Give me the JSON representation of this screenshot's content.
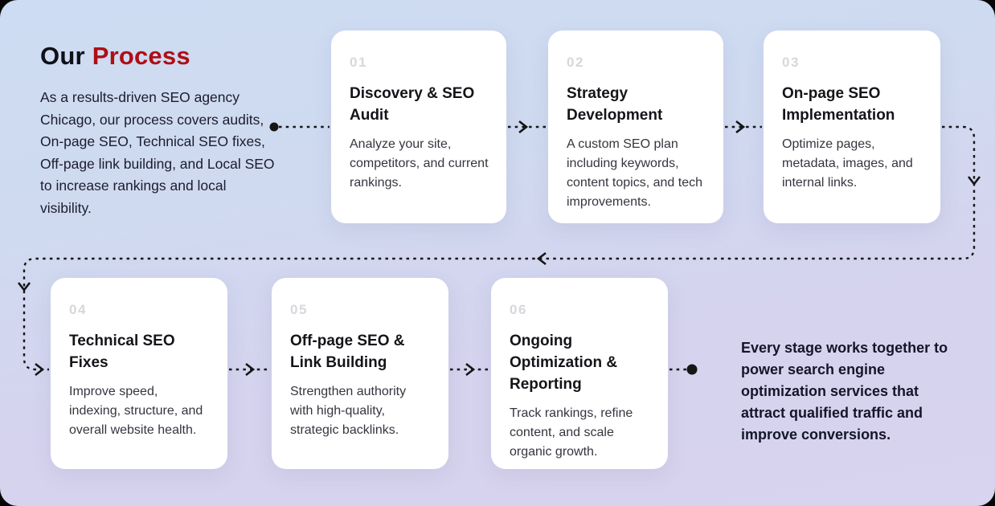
{
  "page": {
    "heading": {
      "prefix": "Our",
      "highlight": "Process"
    },
    "intro": "As a results-driven SEO agency Chicago, our process covers audits, On-page SEO, Technical SEO fixes, Off-page link building, and Local SEO to increase rankings and local visibility.",
    "outro": "Every stage works together to power search engine optimization services that attract qualified traffic and improve conversions.",
    "colors": {
      "accent_red": "#ae0e15",
      "background_top": "#cddcf2",
      "background_bottom": "#d8d3ee",
      "card_background": "#ffffff",
      "step_number": "#d7d7dc",
      "connector": "#151515"
    }
  },
  "steps": [
    {
      "number": "01",
      "title": "Discovery & SEO Audit",
      "description": "Analyze your site, competitors, and current rankings."
    },
    {
      "number": "02",
      "title": "Strategy Development",
      "description": "A custom SEO plan including keywords, content topics, and tech improvements."
    },
    {
      "number": "03",
      "title": "On-page SEO Implementation",
      "description": "Optimize pages, metadata, images, and internal links."
    },
    {
      "number": "04",
      "title": "Technical SEO Fixes",
      "description": "Improve speed, indexing, structure, and overall website health."
    },
    {
      "number": "05",
      "title": "Off-page SEO & Link Building",
      "description": "Strengthen authority with high-quality, strategic backlinks."
    },
    {
      "number": "06",
      "title": "Ongoing Optimization & Reporting",
      "description": "Track rankings, refine content, and scale organic growth."
    }
  ]
}
